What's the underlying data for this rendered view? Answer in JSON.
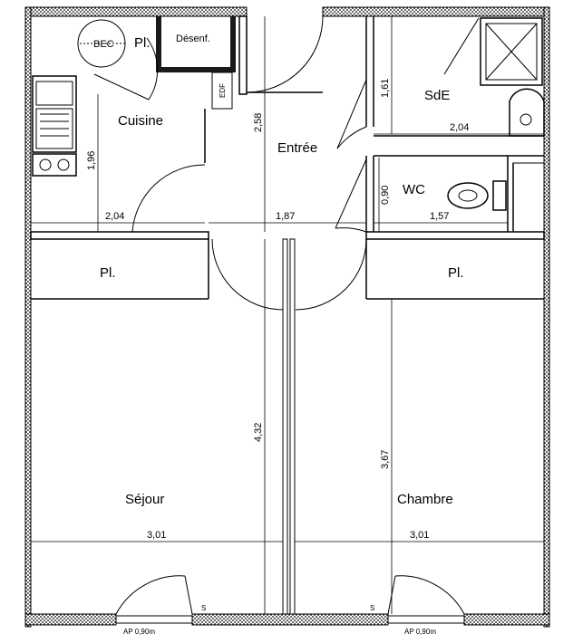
{
  "rooms": {
    "cuisine": "Cuisine",
    "entree": "Entrée",
    "sde": "SdE",
    "wc": "WC",
    "sejour": "Séjour",
    "chambre": "Chambre",
    "placard_top": "Pl.",
    "placard_left": "Pl.",
    "placard_right": "Pl.",
    "desenf": "Désenf.",
    "bec": "BEC",
    "edf": "EDF"
  },
  "dimensions": {
    "cuisine_width": "2,04",
    "cuisine_depth": "1,96",
    "entree_width": "1,87",
    "entree_depth": "2,58",
    "sde_width": "2,04",
    "sde_depth": "1,61",
    "wc_width": "1,57",
    "wc_depth": "0,90",
    "sejour_width": "3,01",
    "sejour_depth": "4,32",
    "chambre_width": "3,01",
    "chambre_depth": "3,67"
  },
  "markers": {
    "window_left": "AP 0,90m",
    "window_right": "AP 0,90m",
    "s_left": "S",
    "s_right": "S"
  }
}
